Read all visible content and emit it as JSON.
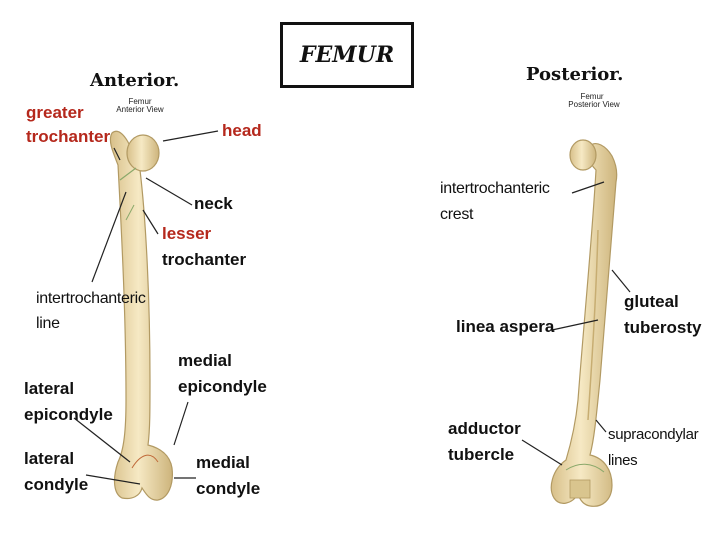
{
  "title": "FEMUR",
  "anterior": {
    "heading": "Anterior.",
    "caption_line1": "Femur",
    "caption_line2": "Anterior View",
    "labels": {
      "greater_trochanter_1": "greater",
      "greater_trochanter_2": "trochanter",
      "head": "head",
      "neck": "neck",
      "lesser_trochanter_1": "lesser",
      "lesser_trochanter_2": "trochanter",
      "intertrochanteric_line_1": "intertrochanteric",
      "intertrochanteric_line_2": "line",
      "medial_epicondyle_1": "medial",
      "medial_epicondyle_2": "epicondyle",
      "lateral_epicondyle_1": "lateral",
      "lateral_epicondyle_2": "epicondyle",
      "lateral_condyle_1": "lateral",
      "lateral_condyle_2": "condyle",
      "medial_condyle_1": "medial",
      "medial_condyle_2": "condyle"
    }
  },
  "posterior": {
    "heading": "Posterior.",
    "caption_line1": "Femur",
    "caption_line2": "Posterior View",
    "labels": {
      "intertrochanteric_crest_1": "intertrochanteric",
      "intertrochanteric_crest_2": "crest",
      "gluteal_tuberosity_1": "gluteal",
      "gluteal_tuberosity_2": "tuberosty",
      "linea_aspera": "linea aspera",
      "adductor_tubercle_1": "adductor",
      "adductor_tubercle_2": "tubercle",
      "supracondylar_lines_1": "supracondylar",
      "supracondylar_lines_2": "lines"
    }
  },
  "colors": {
    "bone": "#ecd9a4",
    "bone_shade": "#c9b27a",
    "label_red": "#b5281c",
    "text": "#111111"
  }
}
